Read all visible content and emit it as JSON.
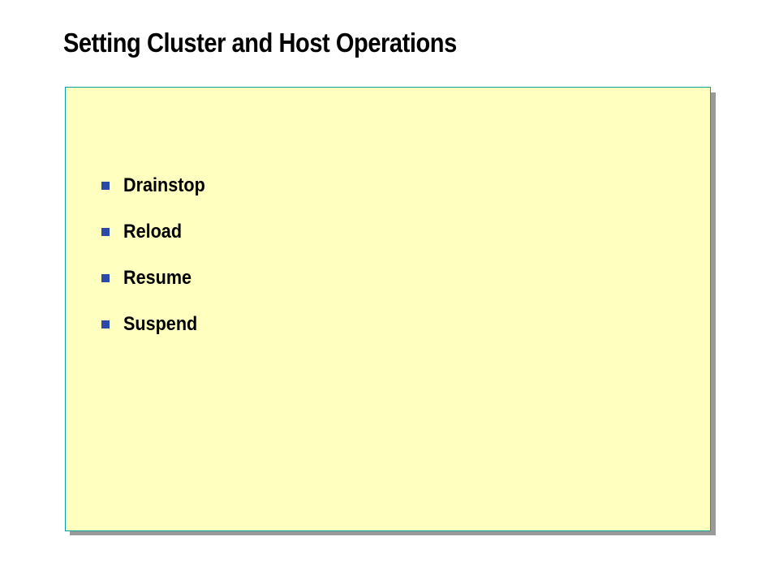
{
  "slide": {
    "title": "Setting Cluster and Host Operations",
    "bullets": [
      {
        "label": "Drainstop"
      },
      {
        "label": "Reload"
      },
      {
        "label": "Resume"
      },
      {
        "label": "Suspend"
      }
    ]
  },
  "colors": {
    "content_background": "#ffffc0",
    "content_border": "#0aa0a0",
    "bullet_marker": "#2b4aa8"
  }
}
